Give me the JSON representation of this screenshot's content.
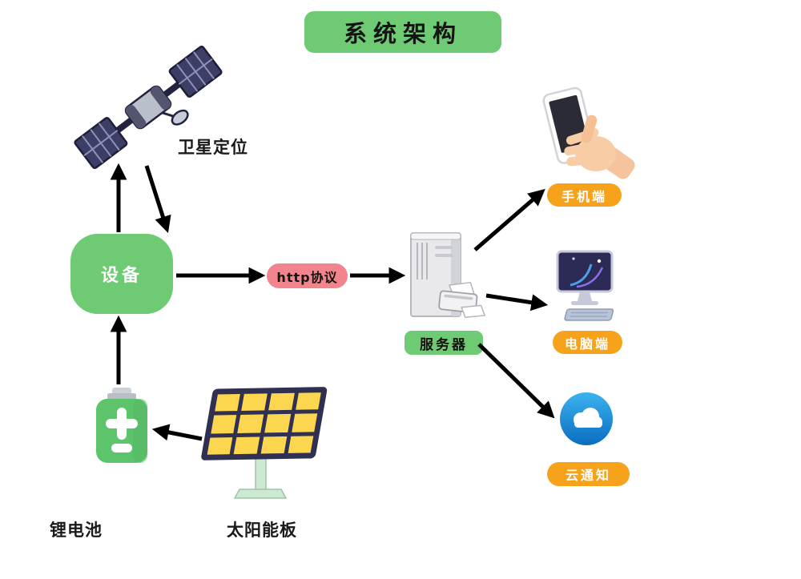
{
  "title": "系统架构",
  "nodes": {
    "device": "设备",
    "protocol": "http协议",
    "server": "服务器",
    "mobile": "手机端",
    "desktop": "电脑端",
    "cloud": "云通知"
  },
  "labels": {
    "satellite": "卫星定位",
    "battery": "锂电池",
    "solar": "太阳能板"
  },
  "icons": {
    "satellite": "satellite-icon",
    "server": "server-tower-icon",
    "mobile": "hand-holding-phone-icon",
    "desktop": "desktop-computer-icon",
    "cloud": "cloud-notification-icon",
    "battery": "battery-icon",
    "solar": "solar-panel-icon"
  },
  "colors": {
    "node_green": "#6ecb73",
    "label_orange": "#f6a21b",
    "protocol_pink": "#f2848e",
    "cloud_blue": "#1080cf",
    "solar_yellow": "#fdd64f",
    "panel_navy": "#303052",
    "battery_green": "#5ec46b",
    "arrow_black": "#000000",
    "text_dark": "#141414"
  },
  "connections": [
    {
      "from": "device",
      "to": "satellite"
    },
    {
      "from": "satellite",
      "to": "device"
    },
    {
      "from": "device",
      "to": "protocol"
    },
    {
      "from": "protocol",
      "to": "server"
    },
    {
      "from": "server",
      "to": "mobile"
    },
    {
      "from": "server",
      "to": "desktop"
    },
    {
      "from": "server",
      "to": "cloud"
    },
    {
      "from": "battery",
      "to": "device"
    },
    {
      "from": "solar",
      "to": "battery"
    }
  ]
}
